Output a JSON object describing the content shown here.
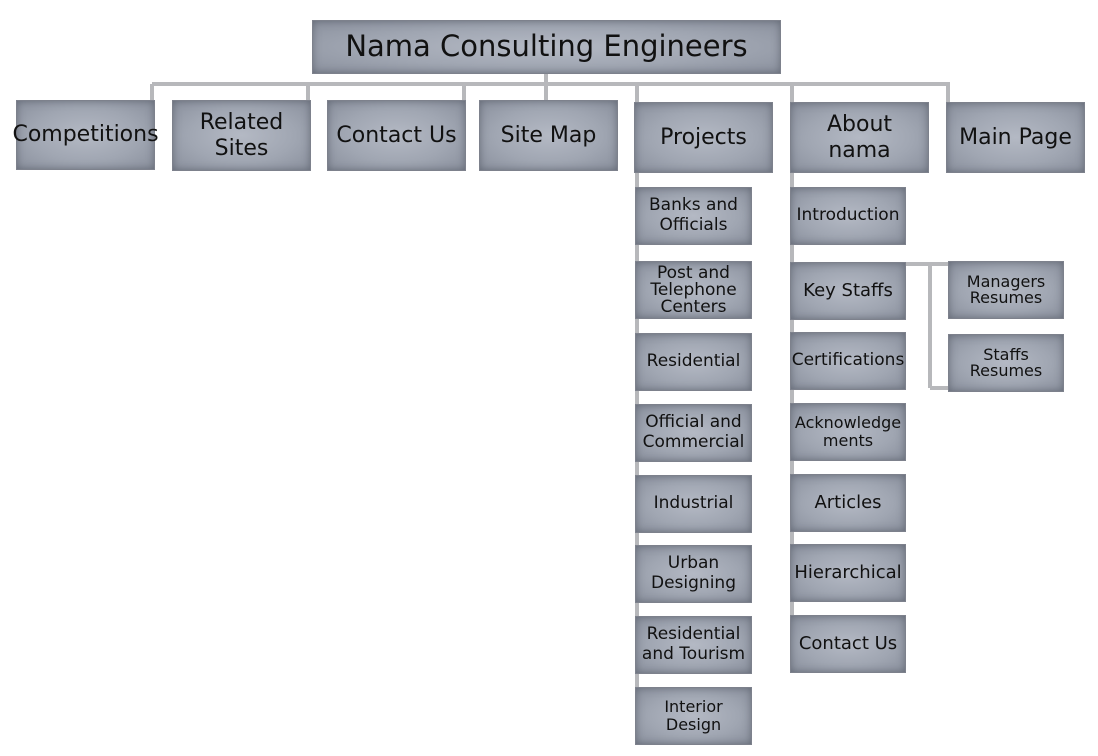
{
  "root": {
    "label": "Nama Consulting Engineers"
  },
  "top_level": [
    {
      "label": "Competitions"
    },
    {
      "label": "Related Sites"
    },
    {
      "label": "Contact Us"
    },
    {
      "label": "Site Map"
    },
    {
      "label": "Projects"
    },
    {
      "label": "About nama"
    },
    {
      "label": "Main Page"
    }
  ],
  "projects": [
    {
      "label": "Banks and Officials"
    },
    {
      "label": "Post and Telephone Centers"
    },
    {
      "label": "Residential"
    },
    {
      "label": "Official and Commercial"
    },
    {
      "label": "Industrial"
    },
    {
      "label": "Urban Designing"
    },
    {
      "label": "Residential and Tourism"
    },
    {
      "label": "Interior Design"
    }
  ],
  "about": [
    {
      "label": "Introduction"
    },
    {
      "label": "Key Staffs"
    },
    {
      "label": "Certifications"
    },
    {
      "label": "Acknowledgements"
    },
    {
      "label": "Articles"
    },
    {
      "label": "Hierarchical"
    },
    {
      "label": "Contact Us"
    }
  ],
  "key_staffs": [
    {
      "label": "Managers Resumes"
    },
    {
      "label": "Staffs Resumes"
    }
  ]
}
